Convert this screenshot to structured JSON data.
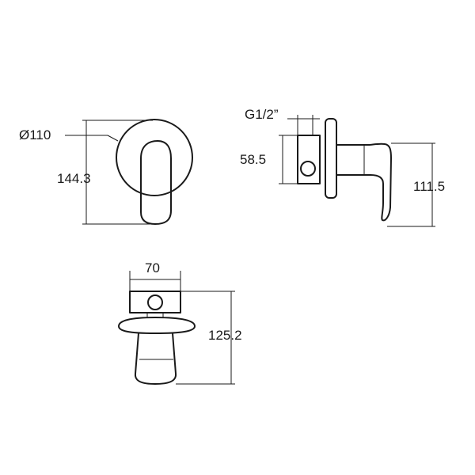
{
  "drawing": {
    "line_color": "#1a1a1a",
    "background": "#ffffff",
    "front_view": {
      "diameter_label": "Ø110",
      "height_label": "144.3"
    },
    "side_view": {
      "thread_label": "G1/2”",
      "body_height_label": "58.5",
      "handle_height_label": "111.5"
    },
    "top_view": {
      "width_label": "70",
      "depth_label": "125.2"
    }
  }
}
